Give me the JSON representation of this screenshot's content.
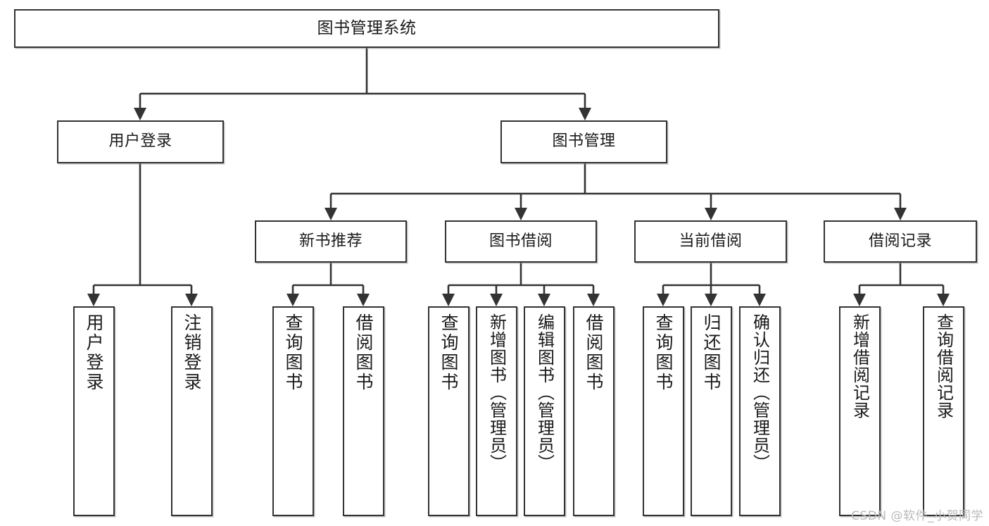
{
  "diagram": {
    "title": "图书管理系统",
    "watermark": "CSDN @软件_小贺同学",
    "colors": {
      "stroke": "#333333",
      "background": "#ffffff",
      "text": "#1a1a1a",
      "watermark": "#b9b9b9"
    },
    "root": {
      "label": "图书管理系统"
    },
    "level2": [
      {
        "label": "用户登录"
      },
      {
        "label": "图书管理"
      }
    ],
    "level3": [
      {
        "label": "新书推荐"
      },
      {
        "label": "图书借阅"
      },
      {
        "label": "当前借阅"
      },
      {
        "label": "借阅记录"
      }
    ],
    "leaves": {
      "user_login": [
        {
          "label": "用户登录"
        },
        {
          "label": "注销登录"
        }
      ],
      "new_book_recommend": [
        {
          "label": "查询图书"
        },
        {
          "label": "借阅图书"
        }
      ],
      "book_borrow": [
        {
          "label": "查询图书"
        },
        {
          "label": "新增图书（管理员）"
        },
        {
          "label": "编辑图书（管理员）"
        },
        {
          "label": "借阅图书"
        }
      ],
      "current_borrow": [
        {
          "label": "查询图书"
        },
        {
          "label": "归还图书"
        },
        {
          "label": "确认归还（管理员）"
        }
      ],
      "borrow_record": [
        {
          "label": "新增借阅记录"
        },
        {
          "label": "查询借阅记录"
        }
      ]
    }
  }
}
